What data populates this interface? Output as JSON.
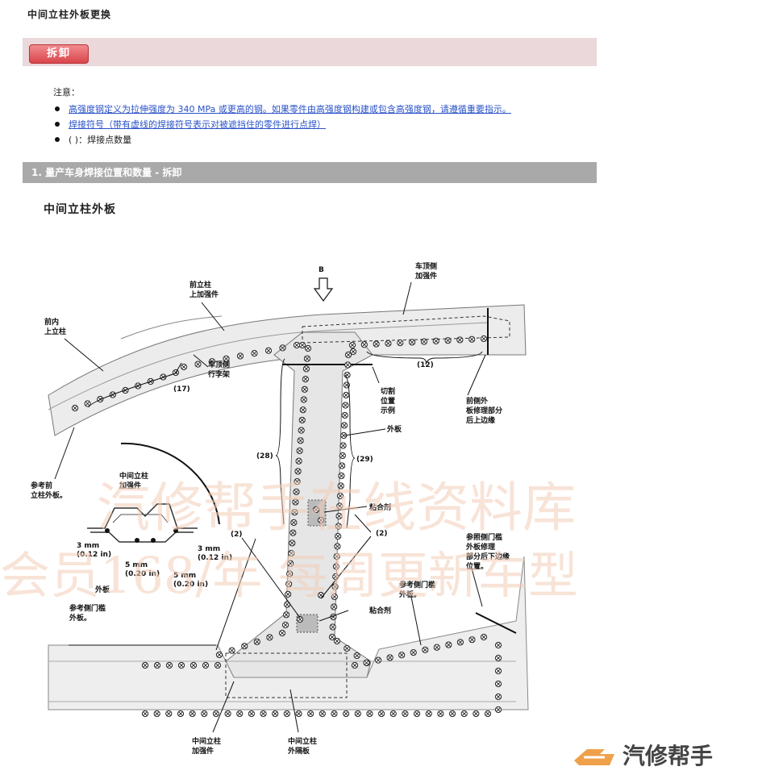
{
  "page_title": "中间立柱外板更换",
  "remove_button": "拆卸",
  "notes": {
    "heading": "注意：",
    "items": [
      {
        "text": "高强度钢定义为拉伸强度为 340 MPa 或更高的钢。如果零件由高强度钢构建或包含高强度钢，请遵循重要指示。",
        "link": true
      },
      {
        "text": "焊接符号（带有虚线的焊接符号表示对被遮挡住的零件进行点焊）",
        "link": true
      },
      {
        "text": "( )：焊接点数量",
        "link": false
      }
    ]
  },
  "section_header": "1. 量产车身焊接位置和数量 - 拆卸",
  "diagram_title": "中间立柱外板",
  "labels": {
    "view_arrow": "B",
    "roof_side_reinforcement": [
      "车顶侧",
      "加强件"
    ],
    "front_pillar_upper_reinforcement": [
      "前立柱",
      "上加强件"
    ],
    "front_inner_upper_pillar": [
      "前内",
      "上立柱"
    ],
    "roof_side_rail": [
      "车顶侧",
      "行李架"
    ],
    "count_17": "(17)",
    "count_12": "(12)",
    "cut_position_example": [
      "切割",
      "位置",
      "示例"
    ],
    "outer_panel": "外板",
    "front_side_outer_repair": [
      "前侧外",
      "板修理部分",
      "后上边缘"
    ],
    "ref_front_pillar_outer": [
      "参考前",
      "立柱外板。"
    ],
    "count_28": "(28)",
    "count_29": "(29)",
    "center_pillar_reinforcement_section": [
      "中间立柱",
      "加强件"
    ],
    "adhesive_1": "粘合剂",
    "adhesive_2": "粘合剂",
    "count_2_left": "(2)",
    "count_2_right": "(2)",
    "dim_3mm_left": [
      "3 mm",
      "(0.12 in)"
    ],
    "dim_3mm_right": [
      "3 mm",
      "(0.12 in)"
    ],
    "dim_5mm_left": [
      "5 mm",
      "(0.20 in)"
    ],
    "dim_5mm_right": [
      "5 mm",
      "(0.20 in)"
    ],
    "section_outer": "外板",
    "ref_sill_outer_left": [
      "参考侧门槛",
      "外板。"
    ],
    "ref_sill_outer_right": [
      "参考侧门槛",
      "外板。"
    ],
    "ref_sill_repair": [
      "参照侧门槛",
      "外板修理",
      "部分后下边缘",
      "位置。"
    ],
    "center_pillar_reinforcement": [
      "中间立柱",
      "加强件"
    ],
    "center_pillar_bulkhead": [
      "中间立柱",
      "外隔板"
    ]
  },
  "watermark": [
    "汽修帮手在线资料库",
    "会员168/年  每周更新车型"
  ],
  "logo_text": "汽修帮手",
  "colors": {
    "remove_button": "#d9454b",
    "link": "#2a52c8",
    "section_bar": "#a9a9a9",
    "remove_bar": "#ead8db"
  }
}
